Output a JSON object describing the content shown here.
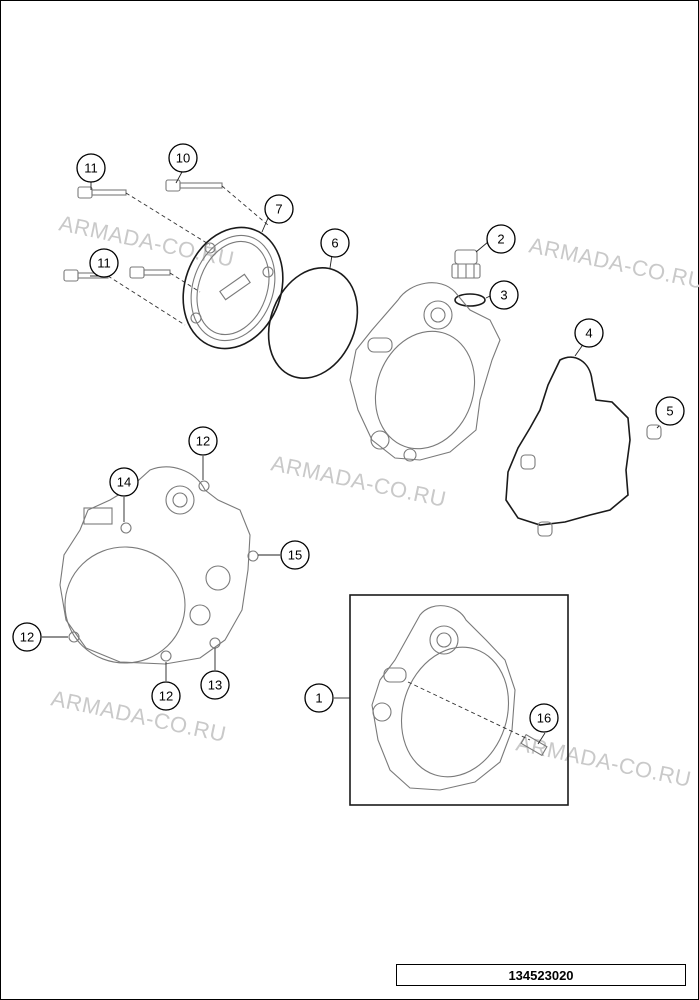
{
  "watermarks": [
    "ARMADA-CO.RU",
    "ARMADA-CO.RU",
    "ARMADA-CO.RU",
    "ARMADA-CO.RU",
    "ARMADA-CO.RU"
  ],
  "callouts": [
    "11",
    "10",
    "7",
    "6",
    "2",
    "3",
    "11",
    "4",
    "5",
    "12",
    "14",
    "15",
    "12",
    "12",
    "13",
    "1",
    "16"
  ],
  "reference_number": "134523020"
}
